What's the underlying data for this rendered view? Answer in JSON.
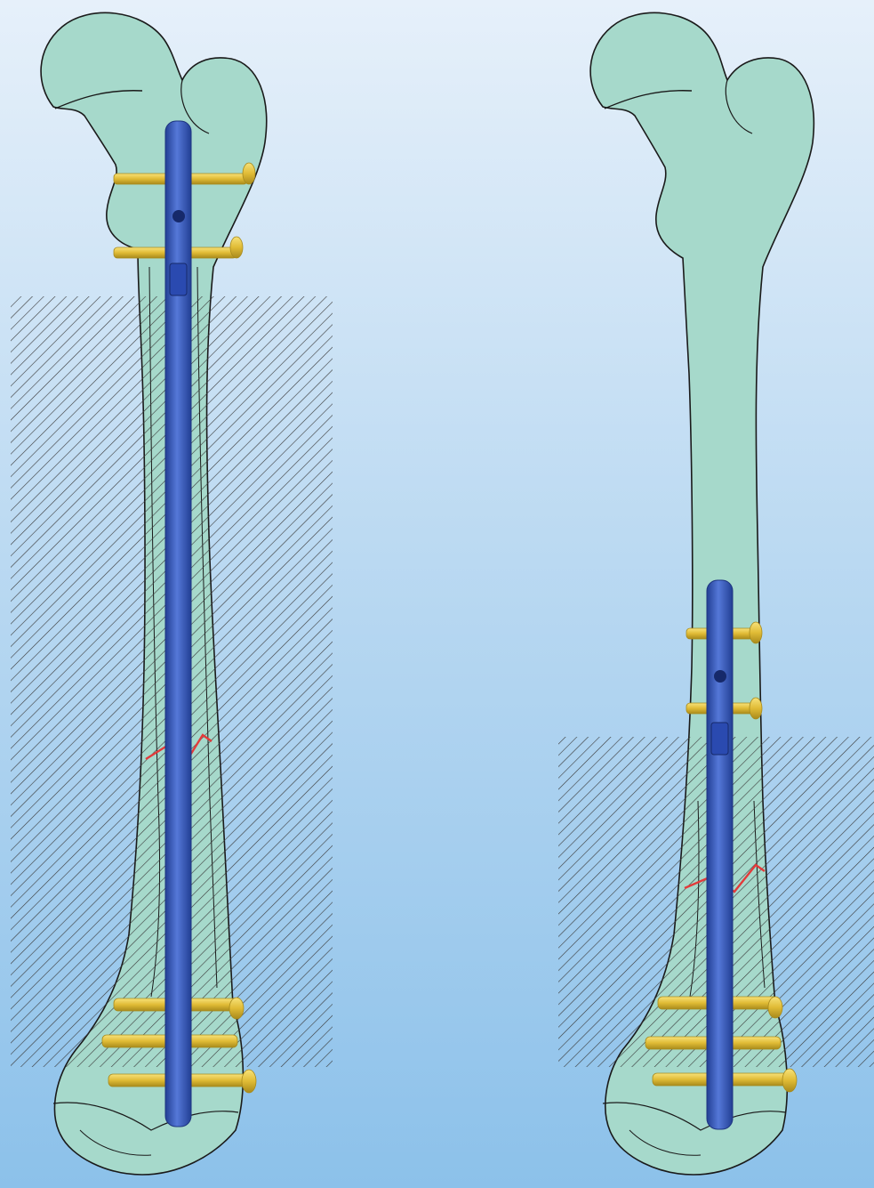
{
  "figure": {
    "panels": [
      {
        "id": "left",
        "nail": "full-length",
        "fracture": "mid-shaft",
        "proximal_screws": 2,
        "distal_screws": 3
      },
      {
        "id": "right",
        "nail": "short-distal",
        "fracture": "distal",
        "proximal_screws": 2,
        "distal_screws": 3
      }
    ]
  },
  "colors": {
    "background_top": "#e6f0fa",
    "background_bottom": "#8cc1ea",
    "bone_fill": "#a6d9cb",
    "bone_outline": "#1a1a1a",
    "nail": "#3a5fc7",
    "nail_dark": "#223f94",
    "screw": "#e8c94a",
    "screw_dark": "#a88a1c",
    "fracture_line": "#e23b3b",
    "hatch": "#3a3a3a"
  },
  "icons": {
    "bone": "femur-outline",
    "nail": "intramedullary-nail",
    "screw": "locking-screw",
    "hatch": "diagonal-hatch-region"
  }
}
